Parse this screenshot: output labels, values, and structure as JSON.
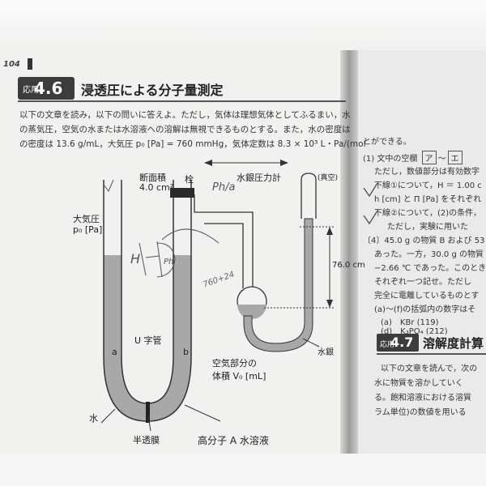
{
  "page": {
    "number": "104"
  },
  "section": {
    "badge_small": "応用",
    "badge_number": "4.6",
    "title": "浸透圧による分子量測定"
  },
  "body": {
    "line1": "以下の文章を読み，以下の問いに答えよ。ただし，気体は理想気体としてふるまい，水",
    "line2": "の蒸気圧，空気の水または水溶液への溶解は無視できるものとする。また，水の密度は",
    "line3": "の密度は 13.6 g/mL，大気圧 p₀ [Pa] = 760 mmHg，気体定数は 8.3 × 10³ L・Pa/(mol"
  },
  "figure": {
    "cross_section": "断面積",
    "area": "4.0 cm²",
    "stopper": "栓",
    "manometer": "水銀圧力計",
    "vacuum": "(真空)",
    "atm_pressure": "大気圧",
    "p0": "p₀ [Pa]",
    "height": "76.0 cm",
    "u_tube": "U 字管",
    "side_a": "a",
    "side_b": "b",
    "air_volume_1": "空気部分の",
    "air_volume_2": "体積 V₀ [mL]",
    "mercury": "水銀",
    "water": "水",
    "membrane": "半透膜",
    "solution": "高分子 A 水溶液"
  },
  "handwriting": {
    "h": "H",
    "ph": "Ph",
    "pha": "Ph/a",
    "note": "760+24"
  },
  "right": {
    "line0": "とができる。",
    "q1_num": "(1)",
    "q1_text": "文中の空欄",
    "box_a": "ア",
    "tilde": "～",
    "box_e": "エ",
    "q1_line2": "ただし，数値部分は有効数字",
    "q1_line3": "下線①について，H ＝ 1.00 c",
    "q1_line4": "h [cm] と Π [Pa] をそれぞれ",
    "q1_line5": "下線②について，(2)の条件，",
    "q1_line6": "ただし，実験に用いた",
    "q4_line1": "〔4〕45.0 g の物質 B および 53",
    "q4_line2": "あった。一方，30.0 g の物質",
    "q4_line3": "−2.66 ℃ であった。このとき",
    "q4_line4": "それぞれ一つ記せ。ただし",
    "q4_line5": "完全に電離しているものとす",
    "q4_line6": "(a)〜(f)の括弧内の数字はそ",
    "item_a": "(a)　KBr (119)",
    "item_d": "(d)　K₃PO₄ (212)",
    "sec2_small": "応用",
    "sec2_num": "4.7",
    "sec2_title": "溶解度計算",
    "p2_line1": "以下の文章を読んで，次の",
    "p2_line2": "水に物質を溶かしていく",
    "p2_line3": "る。飽和溶液における溶質",
    "p2_line4": "ラム単位)の数値を用いる"
  }
}
